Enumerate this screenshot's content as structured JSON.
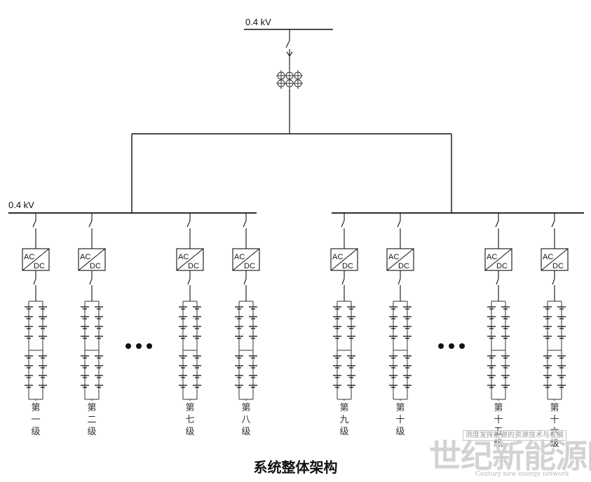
{
  "top_bus": {
    "voltage_label": "0.4 kV"
  },
  "lower_bus": {
    "voltage_label": "0.4 kV"
  },
  "converter": {
    "ac_label": "AC",
    "dc_label": "DC"
  },
  "ellipsis": "•••",
  "stages": [
    {
      "chars": [
        "第",
        "一",
        "级"
      ]
    },
    {
      "chars": [
        "第",
        "二",
        "级"
      ]
    },
    {
      "chars": [
        "第",
        "七",
        "级"
      ]
    },
    {
      "chars": [
        "第",
        "八",
        "级"
      ]
    },
    {
      "chars": [
        "第",
        "九",
        "级"
      ]
    },
    {
      "chars": [
        "第",
        "十",
        "级"
      ]
    },
    {
      "chars": [
        "第",
        "十",
        "五",
        "级"
      ]
    },
    {
      "chars": [
        "第",
        "十",
        "六",
        "级"
      ]
    }
  ],
  "caption": "系统整体架构",
  "watermark": {
    "chinese": "世纪新能源网",
    "english": "Century new energy network",
    "small": "测度发挥能源的资源技术与发展"
  }
}
